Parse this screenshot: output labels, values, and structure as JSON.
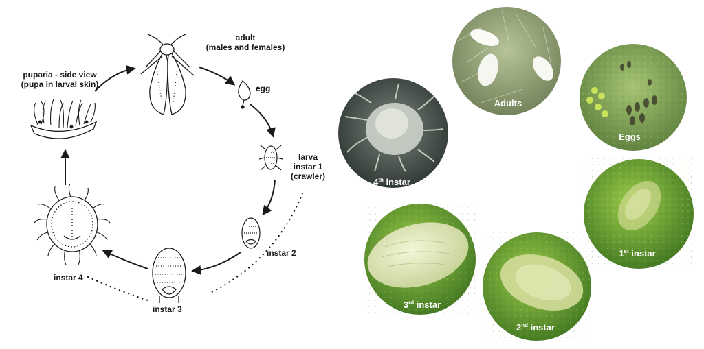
{
  "diagram": {
    "stages": {
      "adult": "adult\n(males and females)",
      "egg": "egg",
      "larva": "larva\ninstar 1\n(crawler)",
      "instar2": "instar 2",
      "instar3": "instar 3",
      "instar4": "instar 4",
      "puparia": "puparia - side view\n(pupa in larval skin)"
    }
  },
  "photos": {
    "adults": "Adults",
    "eggs": "Eggs",
    "instar4": {
      "num": "4",
      "sup": "th",
      "word": " instar"
    },
    "instar1": {
      "num": "1",
      "sup": "st",
      "word": " instar"
    },
    "instar3": {
      "num": "3",
      "sup": "rd",
      "word": " instar"
    },
    "instar2": {
      "num": "2",
      "sup": "nd",
      "word": " instar"
    }
  },
  "colors": {
    "leaf_dark": "#4f7a2c",
    "leaf_mid": "#7fae3e",
    "leaf_light": "#a9cf5e",
    "insect_body": "#e6ebc2",
    "stroke": "#1a1a1a"
  }
}
